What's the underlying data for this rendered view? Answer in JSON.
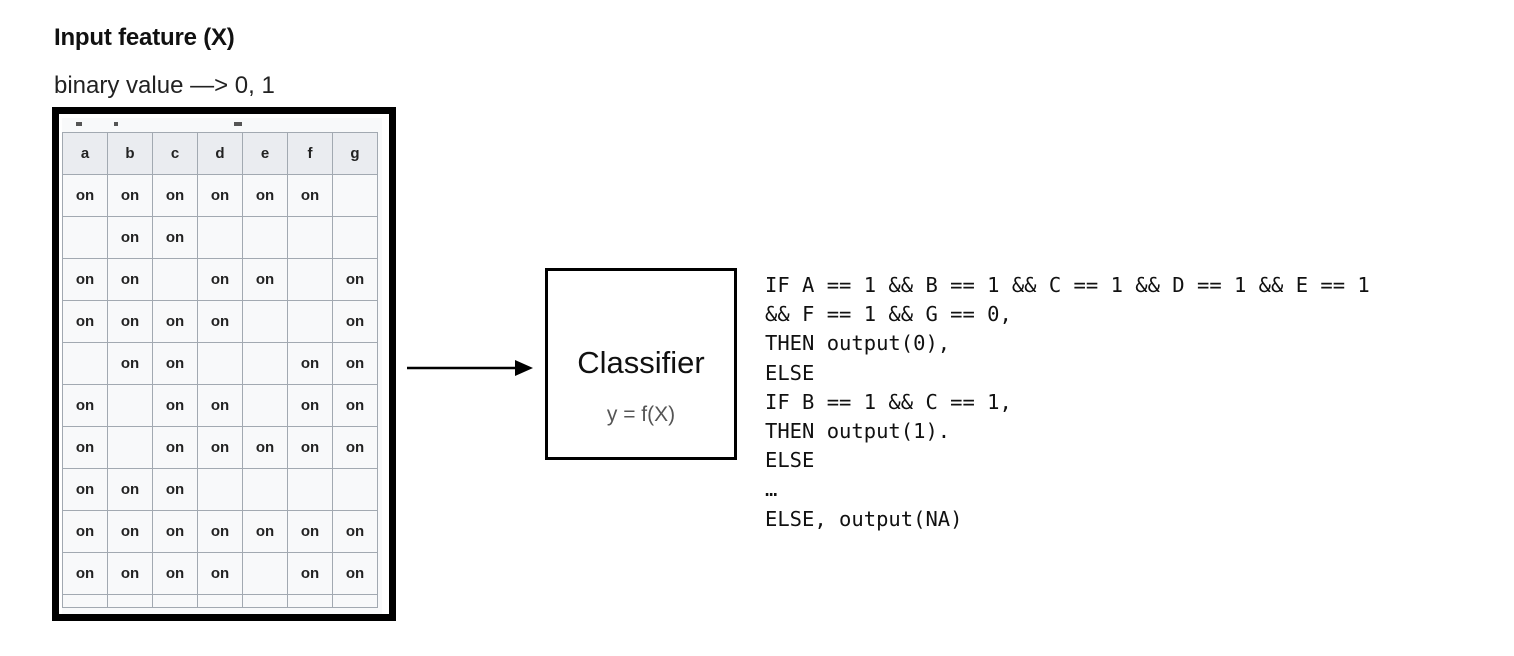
{
  "heading": {
    "title": "Input feature (X)",
    "subtitle": "binary value —> 0, 1"
  },
  "feature_table": {
    "columns": [
      "a",
      "b",
      "c",
      "d",
      "e",
      "f",
      "g"
    ],
    "rows": [
      [
        "on",
        "on",
        "on",
        "on",
        "on",
        "on",
        ""
      ],
      [
        "",
        "on",
        "on",
        "",
        "",
        "",
        ""
      ],
      [
        "on",
        "on",
        "",
        "on",
        "on",
        "",
        "on"
      ],
      [
        "on",
        "on",
        "on",
        "on",
        "",
        "",
        "on"
      ],
      [
        "",
        "on",
        "on",
        "",
        "",
        "on",
        "on"
      ],
      [
        "on",
        "",
        "on",
        "on",
        "",
        "on",
        "on"
      ],
      [
        "on",
        "",
        "on",
        "on",
        "on",
        "on",
        "on"
      ],
      [
        "on",
        "on",
        "on",
        "",
        "",
        "",
        ""
      ],
      [
        "on",
        "on",
        "on",
        "on",
        "on",
        "on",
        "on"
      ],
      [
        "on",
        "on",
        "on",
        "on",
        "",
        "on",
        "on"
      ]
    ]
  },
  "classifier": {
    "name": "Classifier",
    "formula": "y = f(X)"
  },
  "rules": [
    "IF A == 1 && B == 1 && C == 1 && D == 1 && E == 1",
    "&& F == 1 && G == 0,",
    "THEN output(0),",
    "ELSE",
    "IF B == 1 && C == 1,",
    "THEN output(1).",
    "ELSE",
    "…",
    "ELSE, output(NA)"
  ]
}
